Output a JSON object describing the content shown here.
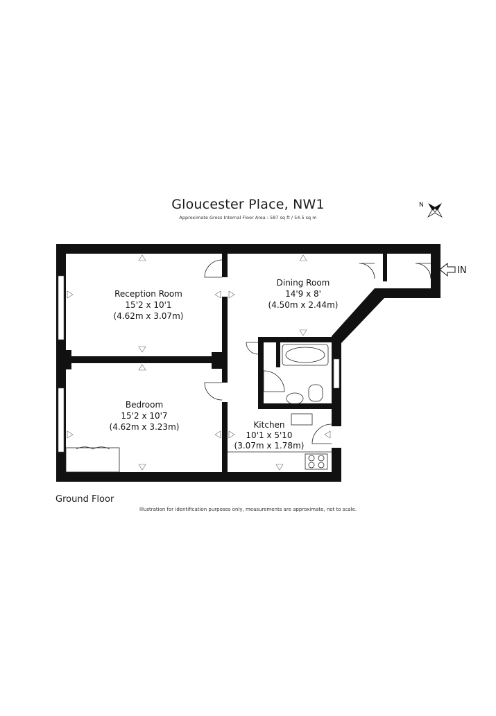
{
  "title": "Gloucester Place, NW1",
  "subtitle": "Approximate Gross Internal Floor Area : 587 sq ft / 54.5 sq m",
  "floor_label": "Ground Floor",
  "disclaimer": "Illustration for identification purposes only, measurements are approximate, not to scale.",
  "entrance_label": "IN",
  "compass_label": "N",
  "rooms": [
    {
      "name": "Reception Room",
      "imperial": "15'2 x 10'1",
      "metric": "(4.62m x 3.07m)"
    },
    {
      "name": "Dining Room",
      "imperial": "14'9 x 8'",
      "metric": "(4.50m x 2.44m)"
    },
    {
      "name": "Bedroom",
      "imperial": "15'2 x 10'7",
      "metric": "(4.62m x 3.23m)"
    },
    {
      "name": "Kitchen",
      "imperial": "10'1 x 5'10",
      "metric": "(3.07m x 1.78m)"
    }
  ]
}
